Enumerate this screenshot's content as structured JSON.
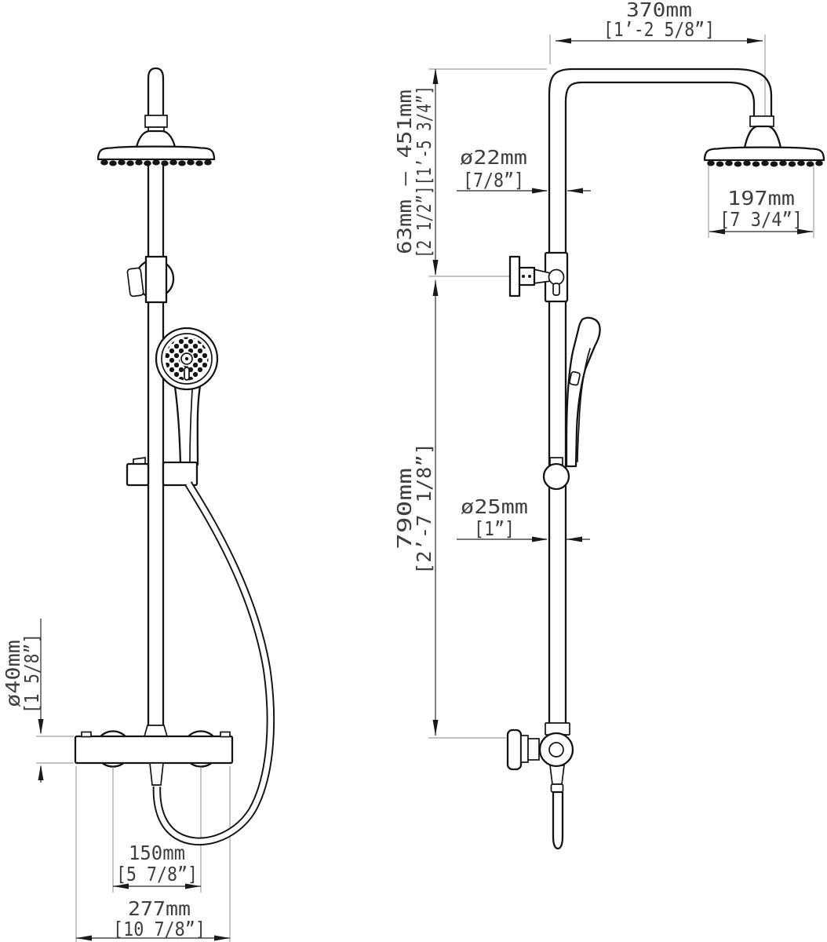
{
  "drawing": {
    "kind": "technical-dimension-drawing",
    "subject": "thermostatic shower column with overhead rain shower and hand shower",
    "views": {
      "left": "front-view",
      "right": "side-view"
    }
  },
  "colors": {
    "background": "#ffffff",
    "outline": "#141414",
    "dimension_line": "#4a4a4a",
    "extension_line": "#9f9f9f",
    "text": "#3f3f3f"
  },
  "dims": {
    "arm_reach": {
      "metric": "370mm",
      "imperial": "[1’-2 5/8”]"
    },
    "drop_range": {
      "metric": "63mm — 451mm",
      "imperial": "[2 1/2”][1’-5 3/4”]"
    },
    "upper_pipe_dia": {
      "metric": "ø22mm",
      "imperial": "[7/8”]"
    },
    "head_dia": {
      "metric": "197mm",
      "imperial": "[7 3/4”]"
    },
    "rail_length": {
      "metric": "790mm",
      "imperial": "[2’-7 1/8”]"
    },
    "lower_pipe_dia": {
      "metric": "ø25mm",
      "imperial": "[1”]"
    },
    "valve_dia": {
      "metric": "ø40mm",
      "imperial": "[1 5/8”]"
    },
    "handle_spacing": {
      "metric": "150mm",
      "imperial": "[5 7/8”]"
    },
    "valve_width": {
      "metric": "277mm",
      "imperial": "[10 7/8”]"
    }
  }
}
